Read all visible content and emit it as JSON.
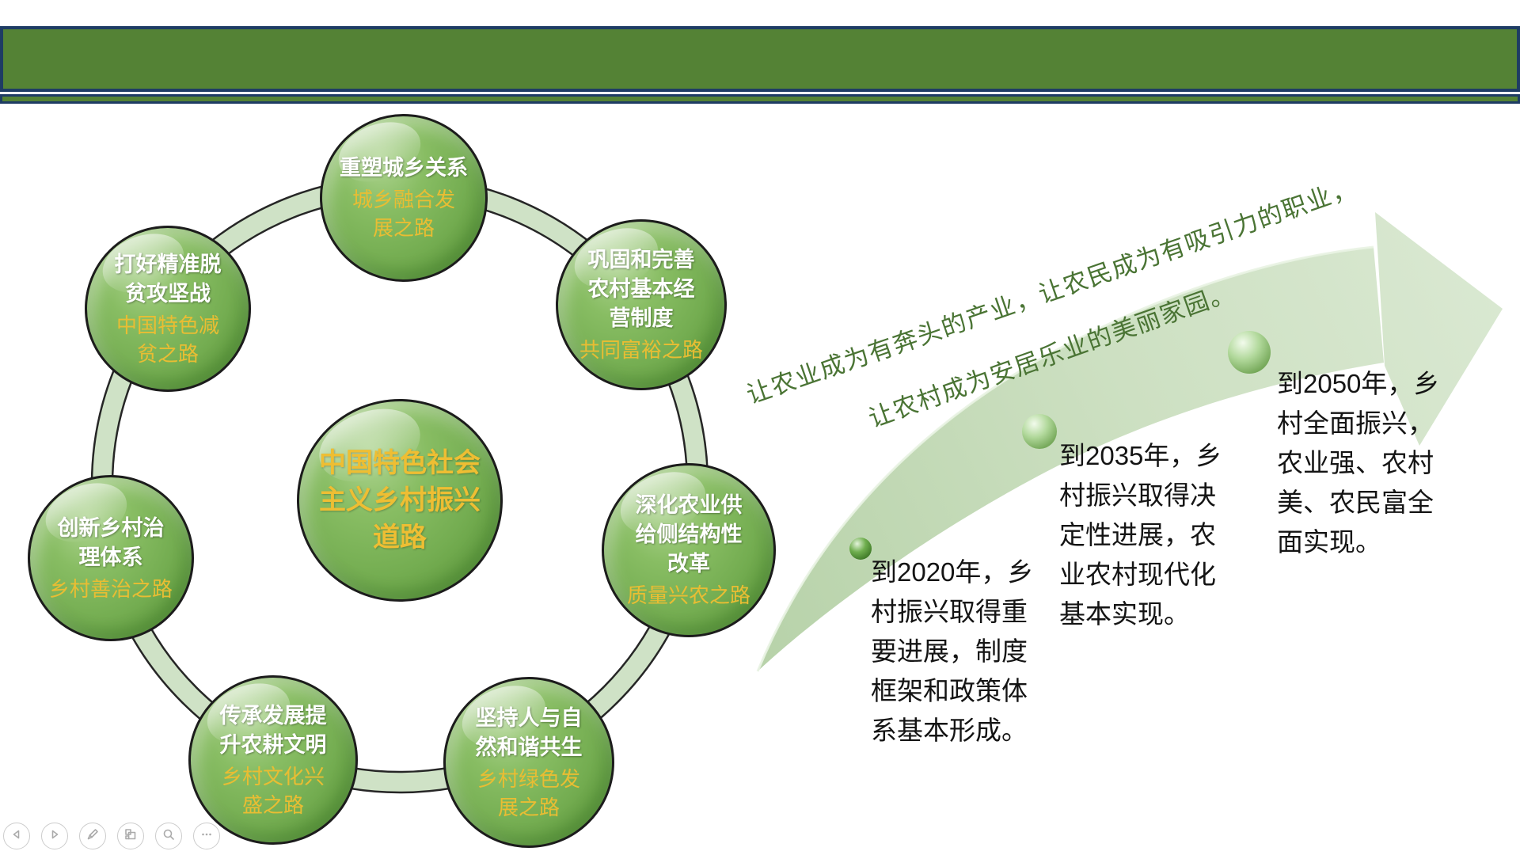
{
  "diagram": {
    "center": {
      "label": "中国特色社会\n主义乡村振兴\n道路"
    },
    "circles": [
      {
        "key": "top",
        "title": "重塑城乡关系",
        "sub": "城乡融合发\n展之路"
      },
      {
        "key": "top_left",
        "title": "打好精准脱\n贫攻坚战",
        "sub": "中国特色减\n贫之路"
      },
      {
        "key": "top_right",
        "title": "巩固和完善\n农村基本经\n营制度",
        "sub": "共同富裕之路"
      },
      {
        "key": "left",
        "title": "创新乡村治\n理体系",
        "sub": "乡村善治之路"
      },
      {
        "key": "right",
        "title": "深化农业供\n给侧结构性\n改革",
        "sub": "质量兴农之路"
      },
      {
        "key": "bottom_left",
        "title": "传承发展提\n升农耕文明",
        "sub": "乡村文化兴\n盛之路"
      },
      {
        "key": "bottom_right",
        "title": "坚持人与自\n然和谐共生",
        "sub": "乡村绿色发\n展之路"
      }
    ]
  },
  "slogan": {
    "line1": "让农业成为有奔头的产业，让农民成为有吸引力的职业，",
    "line2": "让农村成为安居乐业的美丽家园。"
  },
  "timeline": {
    "milestones": [
      "到2020年，乡\n村振兴取得重\n要进展，制度\n框架和政策体\n系基本形成。",
      "到2035年，乡\n村振兴取得决\n定性进展，农\n业农村现代化\n基本实现。",
      "到2050年，乡\n村全面振兴，\n农业强、农村\n美、农民富全\n面实现。"
    ]
  },
  "nav": {
    "buttons": [
      "previous-slide",
      "next-slide",
      "pen-tool",
      "see-all-slides",
      "zoom-slide",
      "more-options"
    ]
  },
  "colors": {
    "header_green": "#548235",
    "header_navy": "#1e3c64",
    "circle_green": "#74ad51",
    "gold_text": "#e9bd33",
    "slogan_green": "#4a7434",
    "arrow_green": "#c9ddbf",
    "milestone_text": "#141414"
  }
}
